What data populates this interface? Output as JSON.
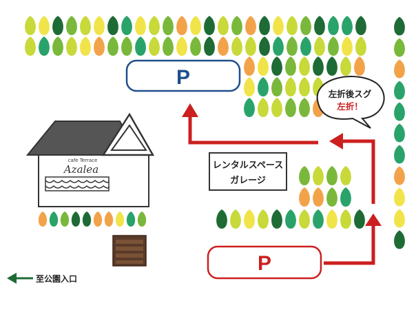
{
  "map": {
    "parking_blue": {
      "label": "P",
      "color": "#1f4e8c"
    },
    "parking_red": {
      "label": "P",
      "color": "#cc1f1f"
    },
    "cafe": {
      "small_text": "cafe Terrace",
      "name": "Azalea"
    },
    "rental_space": {
      "line1": "レンタルスペース",
      "line2": "ガレージ"
    },
    "speech": {
      "line1": "左折後スグ",
      "line2": "左折！"
    },
    "park_entrance": {
      "label": "至公園入口"
    },
    "colors": {
      "route_arrow": "#cc1f1f",
      "dark_green": "#1f6b35",
      "mid_green": "#7ab83b",
      "yellow_green": "#c8d93a",
      "yellow": "#f0e44a",
      "orange": "#f2a34a",
      "teal": "#2aa36b",
      "roof": "#555555"
    }
  }
}
